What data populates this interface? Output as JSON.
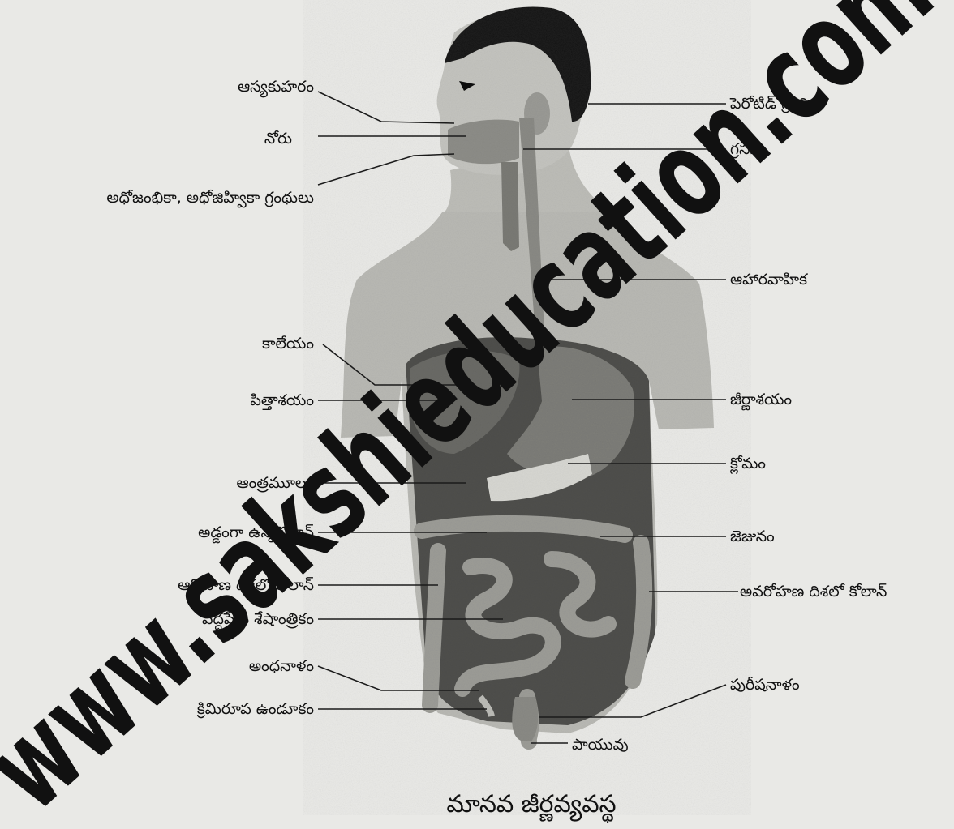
{
  "title": "మానవ జీర్ణవ్యవస్థ",
  "watermark": "www.sakshieducation.com",
  "labels": {
    "left": [
      "ఆస్యకుహరం",
      "నోరు",
      "అధోజంభికా, అధోజిహ్వికా గ్రంథులు",
      "కాలేయం",
      "పిత్తాశయం",
      "ఆంత్రమూలం",
      "అడ్డంగా ఉన్నకోలాన్",
      "ఆరోహణ దిశలో కోలాన్",
      "పెద్దపేగు శేషాంత్రికం",
      "అంధనాళం",
      "క్రిమిరూప ఉండూకం"
    ],
    "right": [
      "పెరోటిడ్ గ్రంథి",
      "గ్రసని",
      "ఆహారవాహిక",
      "జీర్ణాశయం",
      "క్లోమం",
      "జెజునం",
      "అవరోహణ దిశలో కోలాన్",
      "పురీషనాళం",
      "పాయువు"
    ]
  },
  "colors": {
    "ink": "#111111",
    "skin": "#b9b9b4",
    "hair": "#1a1a1a",
    "organ": "#6e6e6a",
    "paper": "#e9e9e6"
  }
}
